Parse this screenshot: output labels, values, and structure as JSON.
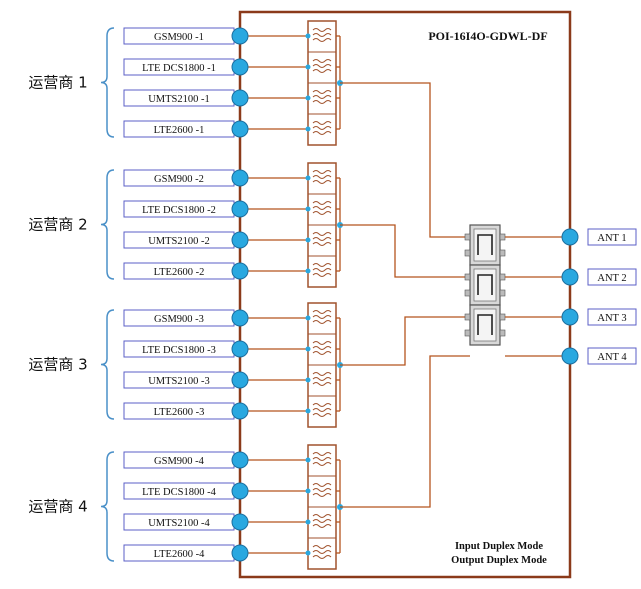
{
  "title": "POI-16I4O-GDWL-DF",
  "mode_lines": [
    "Input Duplex Mode",
    "Output Duplex Mode"
  ],
  "operators": [
    {
      "label": "运营商 1",
      "ports": [
        "GSM900 -1",
        "LTE DCS1800 -1",
        "UMTS2100 -1",
        "LTE2600 -1"
      ],
      "ant_index": 0
    },
    {
      "label": "运营商 2",
      "ports": [
        "GSM900 -2",
        "LTE DCS1800 -2",
        "UMTS2100 -2",
        "LTE2600 -2"
      ],
      "ant_index": 1
    },
    {
      "label": "运营商 3",
      "ports": [
        "GSM900 -3",
        "LTE DCS1800 -3",
        "UMTS2100 -3",
        "LTE2600 -3"
      ],
      "ant_index": 2
    },
    {
      "label": "运营商 4",
      "ports": [
        "GSM900 -4",
        "LTE DCS1800 -4",
        "UMTS2100 -4",
        "LTE2600 -4"
      ],
      "ant_index": 3
    }
  ],
  "antennas": [
    "ANT 1",
    "ANT 2",
    "ANT 3",
    "ANT 4"
  ],
  "colors": {
    "enclosure": "#8B3A1A",
    "line": "#B5541E",
    "port": "#29A8E0",
    "label_border": "#5B5FC7",
    "brace": "#4A90C8",
    "filter": "#A0522D",
    "hybrid": "#D8D8D8"
  }
}
